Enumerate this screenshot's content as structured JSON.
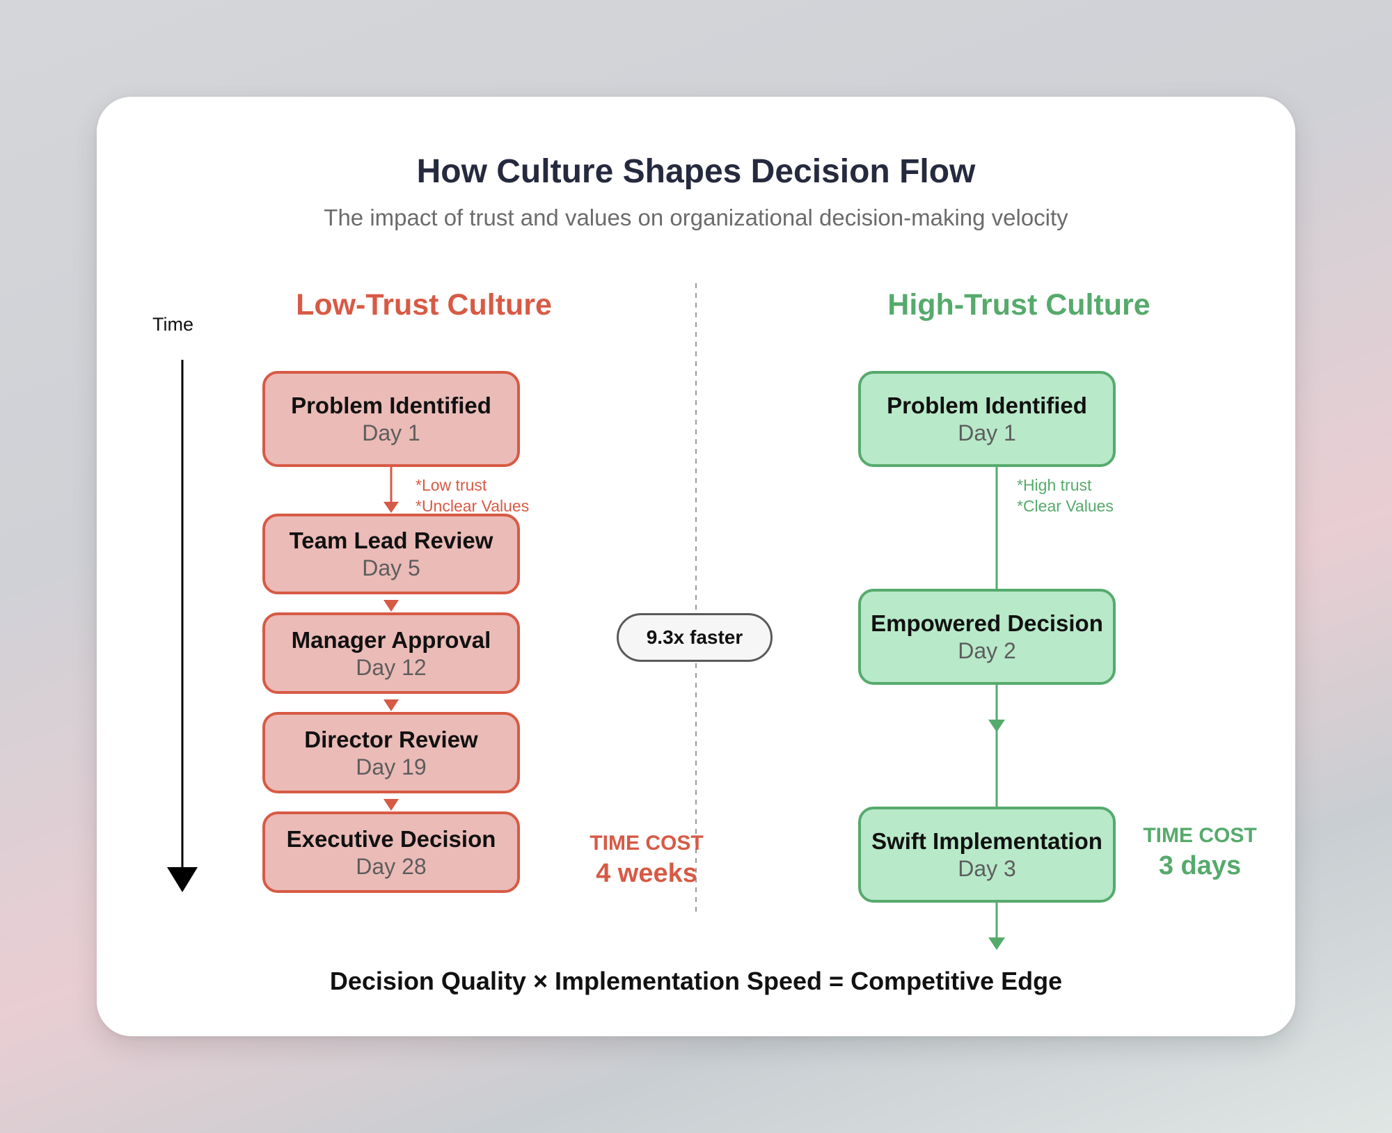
{
  "header": {
    "title": "How Culture Shapes Decision Flow",
    "subtitle": "The impact of trust and values on organizational decision-making velocity"
  },
  "time_axis_label": "Time",
  "low_trust": {
    "title": "Low-Trust Culture",
    "color": "#d75a45",
    "fill": "#ebbbb7",
    "steps": [
      {
        "title": "Problem Identified",
        "day": "Day 1"
      },
      {
        "title": "Team Lead Review",
        "day": "Day 5"
      },
      {
        "title": "Manager Approval",
        "day": "Day 12"
      },
      {
        "title": "Director Review",
        "day": "Day 19"
      },
      {
        "title": "Executive Decision",
        "day": "Day 28"
      }
    ],
    "notes": [
      "*Low trust",
      "*Unclear Values"
    ],
    "time_cost_label": "TIME COST",
    "time_cost_value": "4 weeks"
  },
  "high_trust": {
    "title": "High-Trust Culture",
    "color": "#56aa6c",
    "fill": "#b8e9c9",
    "steps": [
      {
        "title": "Problem Identified",
        "day": "Day 1"
      },
      {
        "title": "Empowered Decision",
        "day": "Day 2"
      },
      {
        "title": "Swift Implementation",
        "day": "Day 3"
      }
    ],
    "notes": [
      "*High trust",
      "*Clear Values"
    ],
    "time_cost_label": "TIME COST",
    "time_cost_value": "3 days"
  },
  "comparison_badge": "9.3x faster",
  "footer_formula": "Decision Quality × Implementation Speed = Competitive Edge"
}
